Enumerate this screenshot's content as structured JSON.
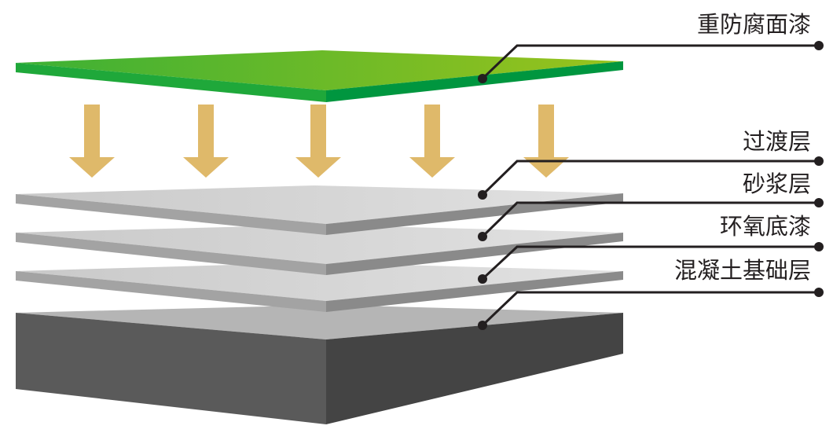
{
  "title": "重防腐地坪结构示意图",
  "layers": [
    {
      "label": "重防腐面漆"
    },
    {
      "label": "过渡层"
    },
    {
      "label": "砂浆层"
    },
    {
      "label": "环氧底漆"
    },
    {
      "label": "混凝土基础层"
    }
  ],
  "colors": {
    "green_top": "#8dc21f",
    "green_side": "#00963f",
    "arrow": "#dfb96a",
    "gray_top": "#dcdcdc",
    "gray_side": "#8c8c8c",
    "base_top": "#b4b4b4",
    "base_side": "#4f4f4f",
    "leader": "#231f20"
  }
}
